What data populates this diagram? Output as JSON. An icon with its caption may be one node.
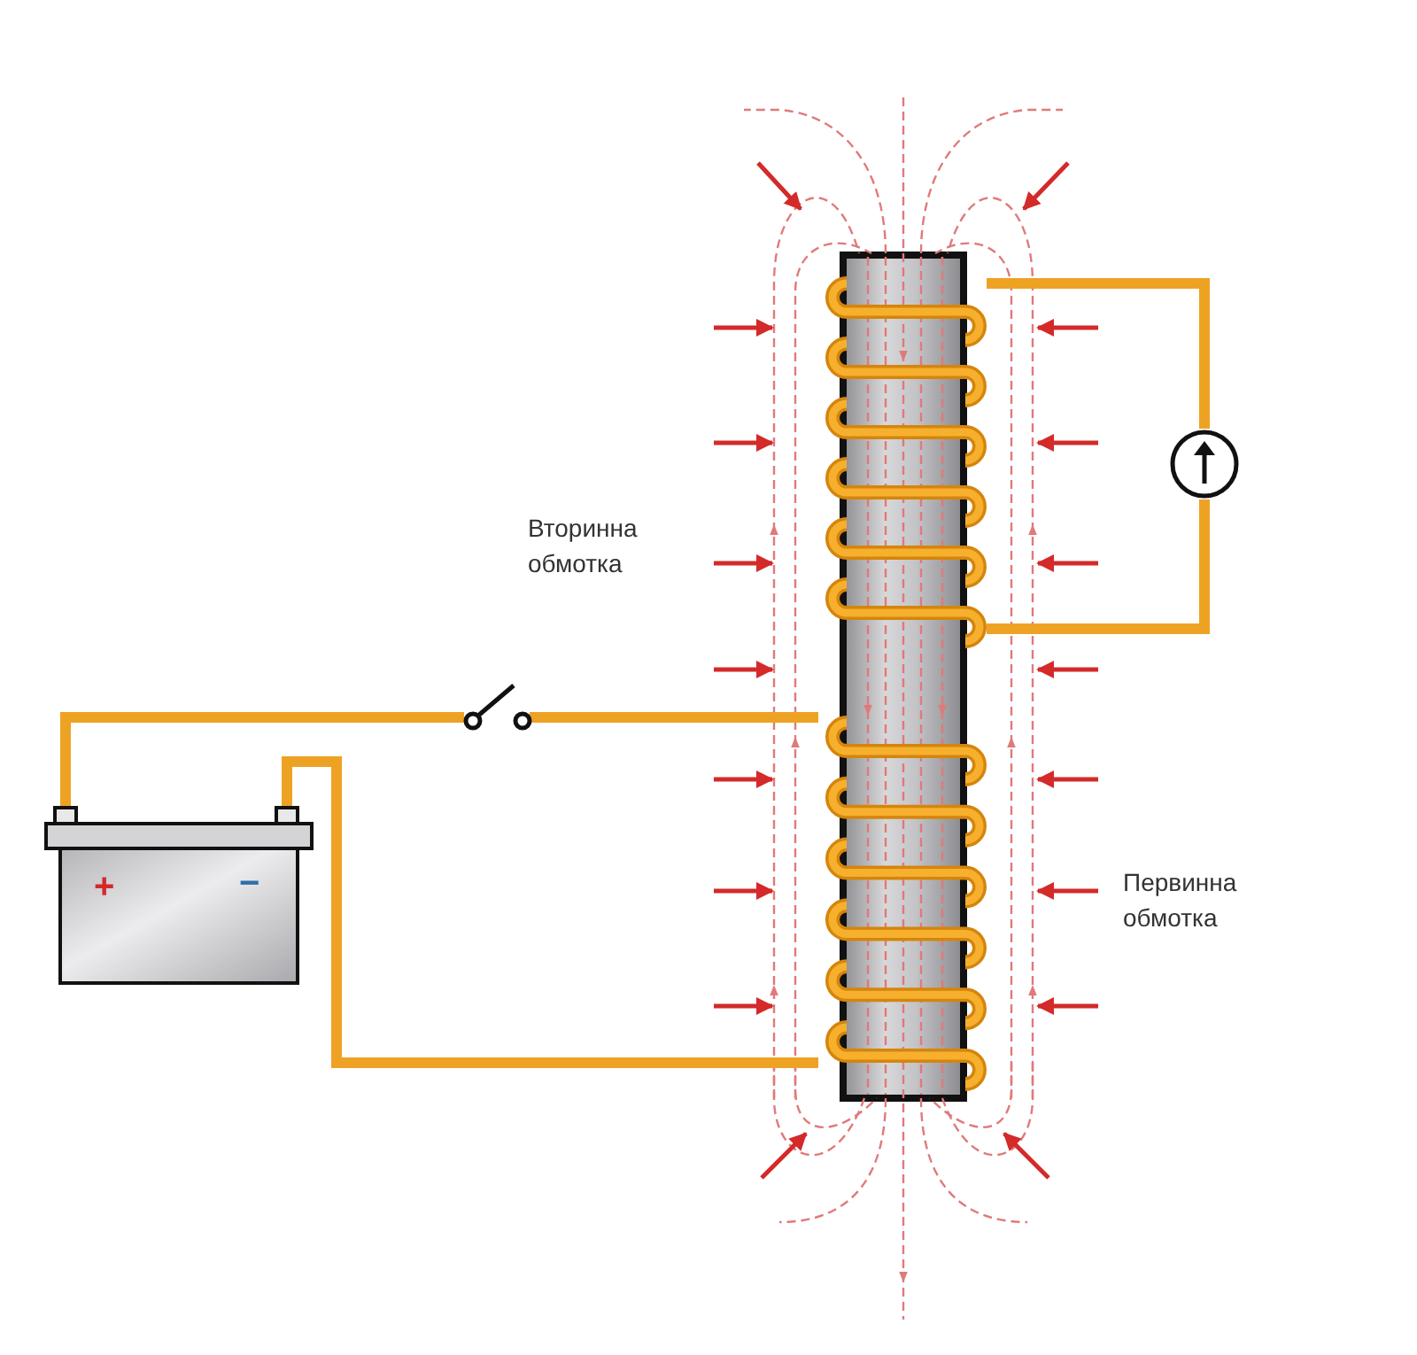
{
  "diagram": {
    "nodes": [
      {
        "text": [
          "+",
          "−"
        ]
      },
      {
        "text": [],
        "shape": "switch"
      },
      {
        "text": [],
        "shape": "coil"
      },
      {
        "text": [],
        "shape": "coil"
      },
      {
        "text": [],
        "shape": "circle"
      }
    ],
    "edges": [
      {
        "from": 0,
        "to": 1,
        "arrow": "none"
      },
      {
        "from": 1,
        "to": 3,
        "arrow": "none"
      },
      {
        "from": 0,
        "to": 3,
        "arrow": "none"
      },
      {
        "from": 2,
        "to": 4,
        "arrow": "none"
      },
      {
        "from": 4,
        "to": 2,
        "arrow": "none"
      }
    ],
    "labels": [
      "Вторинна обмотка",
      "Первинна обмотка"
    ]
  }
}
